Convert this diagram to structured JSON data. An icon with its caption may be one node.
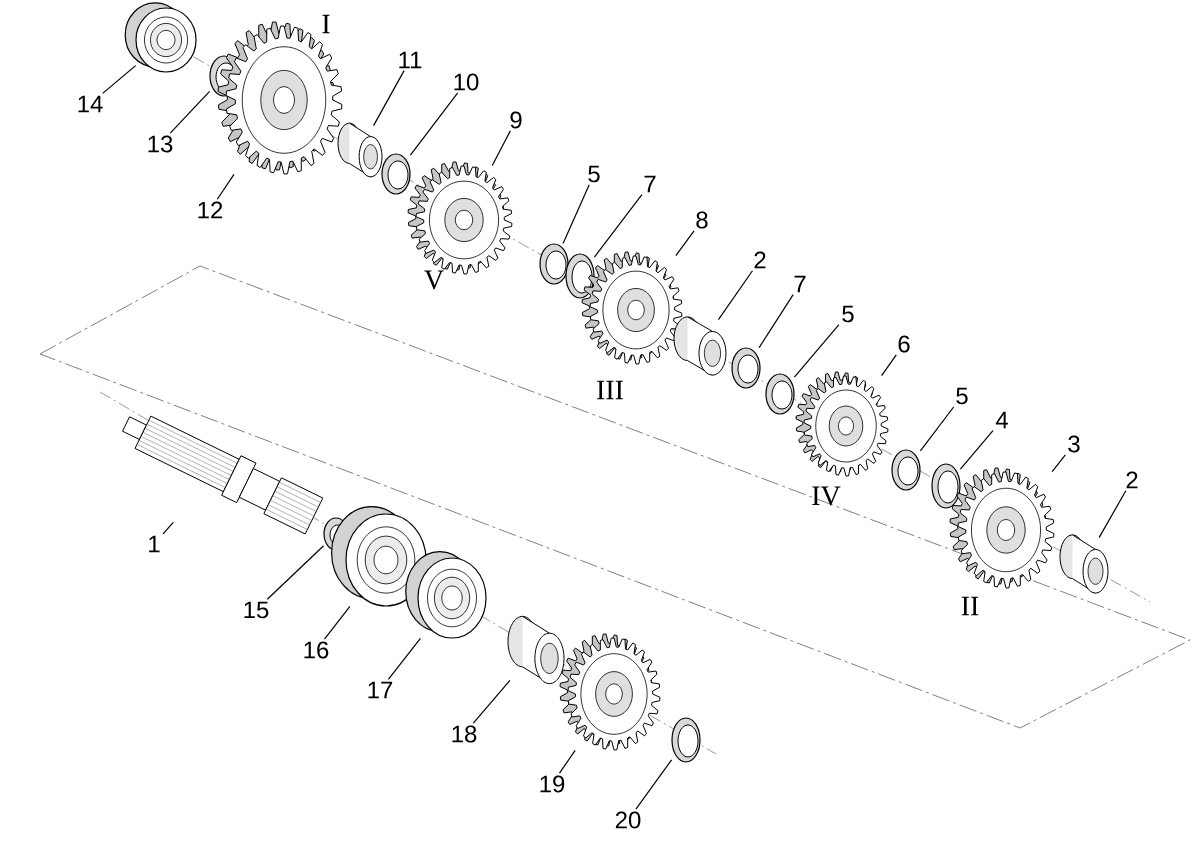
{
  "diagram": {
    "nodes": [
      {
        "text": [
          "14"
        ]
      },
      {
        "text": [],
        "shape": "bearing"
      },
      {
        "text": [
          "13"
        ]
      },
      {
        "text": [],
        "shape": "ring"
      },
      {
        "text": [
          "12"
        ]
      },
      {
        "text": [],
        "shape": "gear"
      },
      {
        "text": [
          "11"
        ]
      },
      {
        "text": [],
        "shape": "cylinder"
      },
      {
        "text": [
          "10"
        ]
      },
      {
        "text": [],
        "shape": "ring"
      },
      {
        "text": [
          "9"
        ]
      },
      {
        "text": [],
        "shape": "gear"
      },
      {
        "text": [
          "5"
        ]
      },
      {
        "text": [],
        "shape": "ring"
      },
      {
        "text": [
          "7"
        ]
      },
      {
        "text": [],
        "shape": "ring"
      },
      {
        "text": [
          "8"
        ]
      },
      {
        "text": [],
        "shape": "gear"
      },
      {
        "text": [
          "2"
        ]
      },
      {
        "text": [],
        "shape": "cylinder"
      },
      {
        "text": [
          "7"
        ]
      },
      {
        "text": [],
        "shape": "ring"
      },
      {
        "text": [
          "5"
        ]
      },
      {
        "text": [],
        "shape": "ring"
      },
      {
        "text": [
          "6"
        ]
      },
      {
        "text": [],
        "shape": "gear"
      },
      {
        "text": [
          "5"
        ]
      },
      {
        "text": [],
        "shape": "ring"
      },
      {
        "text": [
          "4"
        ]
      },
      {
        "text": [],
        "shape": "ring"
      },
      {
        "text": [
          "3"
        ]
      },
      {
        "text": [],
        "shape": "gear"
      },
      {
        "text": [
          "2"
        ]
      },
      {
        "text": [],
        "shape": "cylinder"
      },
      {
        "text": [
          "1"
        ]
      },
      {
        "text": [],
        "shape": "shaft"
      },
      {
        "text": [
          "15"
        ]
      },
      {
        "text": [],
        "shape": "ring"
      },
      {
        "text": [
          "16"
        ]
      },
      {
        "text": [],
        "shape": "bearing"
      },
      {
        "text": [
          "17"
        ]
      },
      {
        "text": [],
        "shape": "bearing"
      },
      {
        "text": [
          "18"
        ]
      },
      {
        "text": [],
        "shape": "cylinder"
      },
      {
        "text": [
          "19"
        ]
      },
      {
        "text": [],
        "shape": "gear"
      },
      {
        "text": [
          "20"
        ]
      },
      {
        "text": [],
        "shape": "ring"
      }
    ],
    "edges": [
      {
        "from": 0,
        "to": 1,
        "arrow": "none"
      },
      {
        "from": 2,
        "to": 3,
        "arrow": "none"
      },
      {
        "from": 4,
        "to": 5,
        "arrow": "none"
      },
      {
        "from": 6,
        "to": 7,
        "arrow": "none"
      },
      {
        "from": 8,
        "to": 9,
        "arrow": "none"
      },
      {
        "from": 10,
        "to": 11,
        "arrow": "none"
      },
      {
        "from": 12,
        "to": 13,
        "arrow": "none"
      },
      {
        "from": 14,
        "to": 15,
        "arrow": "none"
      },
      {
        "from": 16,
        "to": 17,
        "arrow": "none"
      },
      {
        "from": 18,
        "to": 19,
        "arrow": "none"
      },
      {
        "from": 20,
        "to": 21,
        "arrow": "none"
      },
      {
        "from": 22,
        "to": 23,
        "arrow": "none"
      },
      {
        "from": 24,
        "to": 25,
        "arrow": "none"
      },
      {
        "from": 26,
        "to": 27,
        "arrow": "none"
      },
      {
        "from": 28,
        "to": 29,
        "arrow": "none"
      },
      {
        "from": 30,
        "to": 31,
        "arrow": "none"
      },
      {
        "from": 32,
        "to": 33,
        "arrow": "none"
      },
      {
        "from": 34,
        "to": 35,
        "arrow": "none"
      },
      {
        "from": 36,
        "to": 37,
        "arrow": "none"
      },
      {
        "from": 38,
        "to": 39,
        "arrow": "none"
      },
      {
        "from": 40,
        "to": 41,
        "arrow": "none"
      },
      {
        "from": 42,
        "to": 43,
        "arrow": "none"
      },
      {
        "from": 44,
        "to": 45,
        "arrow": "none"
      },
      {
        "from": 46,
        "to": 47,
        "arrow": "none"
      }
    ],
    "labels": [
      "I",
      "V",
      "III",
      "IV",
      "II"
    ]
  }
}
